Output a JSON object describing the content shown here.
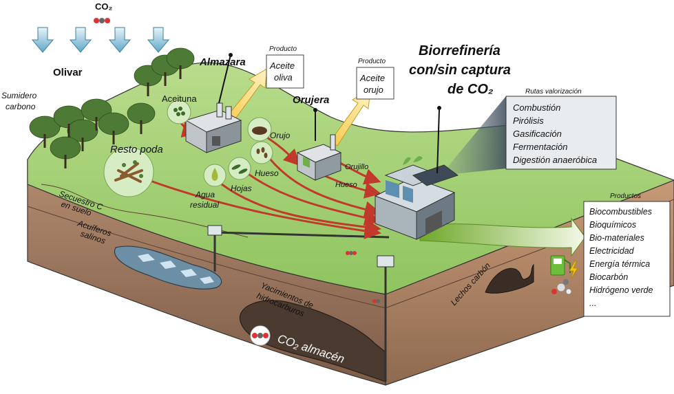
{
  "co2_top": "CO₂",
  "olivar": "Olivar",
  "sumidero": [
    "Sumidero",
    "carbono"
  ],
  "almazara": "Almazara",
  "producto_label": "Producto",
  "aceite_oliva": [
    "Aceite",
    "oliva"
  ],
  "aceite_orujo": [
    "Aceite",
    "orujo"
  ],
  "orujera": "Orujera",
  "biorrefineria": [
    "Biorrefinería",
    "con/sin captura",
    "de CO₂"
  ],
  "aceituna": "Aceituna",
  "orujo": "Orujo",
  "resto_poda": "Resto poda",
  "hueso": "Hueso",
  "hojas": "Hojas",
  "agua_residual": [
    "Agua",
    "residual"
  ],
  "orujillo": "Orujillo",
  "hueso_flow": "Hueso",
  "rutas": {
    "title": "Rutas valorización",
    "items": [
      "Combustión",
      "Pirólisis",
      "Gasificación",
      "Fermentación",
      "Digestión anaeróbica"
    ]
  },
  "productos": {
    "title": "Productos",
    "items": [
      "Biocombustibles",
      "Bioquímicos",
      "Bio-materiales",
      "Electricidad",
      "Energía térmica",
      "Biocarbón",
      "Hidrógeno verde",
      "..."
    ]
  },
  "secuestro": [
    "Secuestro C",
    "en suelo"
  ],
  "acuiferos": [
    "Acuíferos",
    "salinos"
  ],
  "yacimientos": [
    "Yacimientos de",
    "hidrocarburos"
  ],
  "co2_almacen": "CO₂ almacén",
  "lechos": "Lechos carbón",
  "colors": {
    "grass": "#9ccc6a",
    "soil": "#8a6a55",
    "arrow_red": "#c0392b",
    "arrow_yellow": "#f1c232",
    "arrow_green": "#8bc34a"
  }
}
